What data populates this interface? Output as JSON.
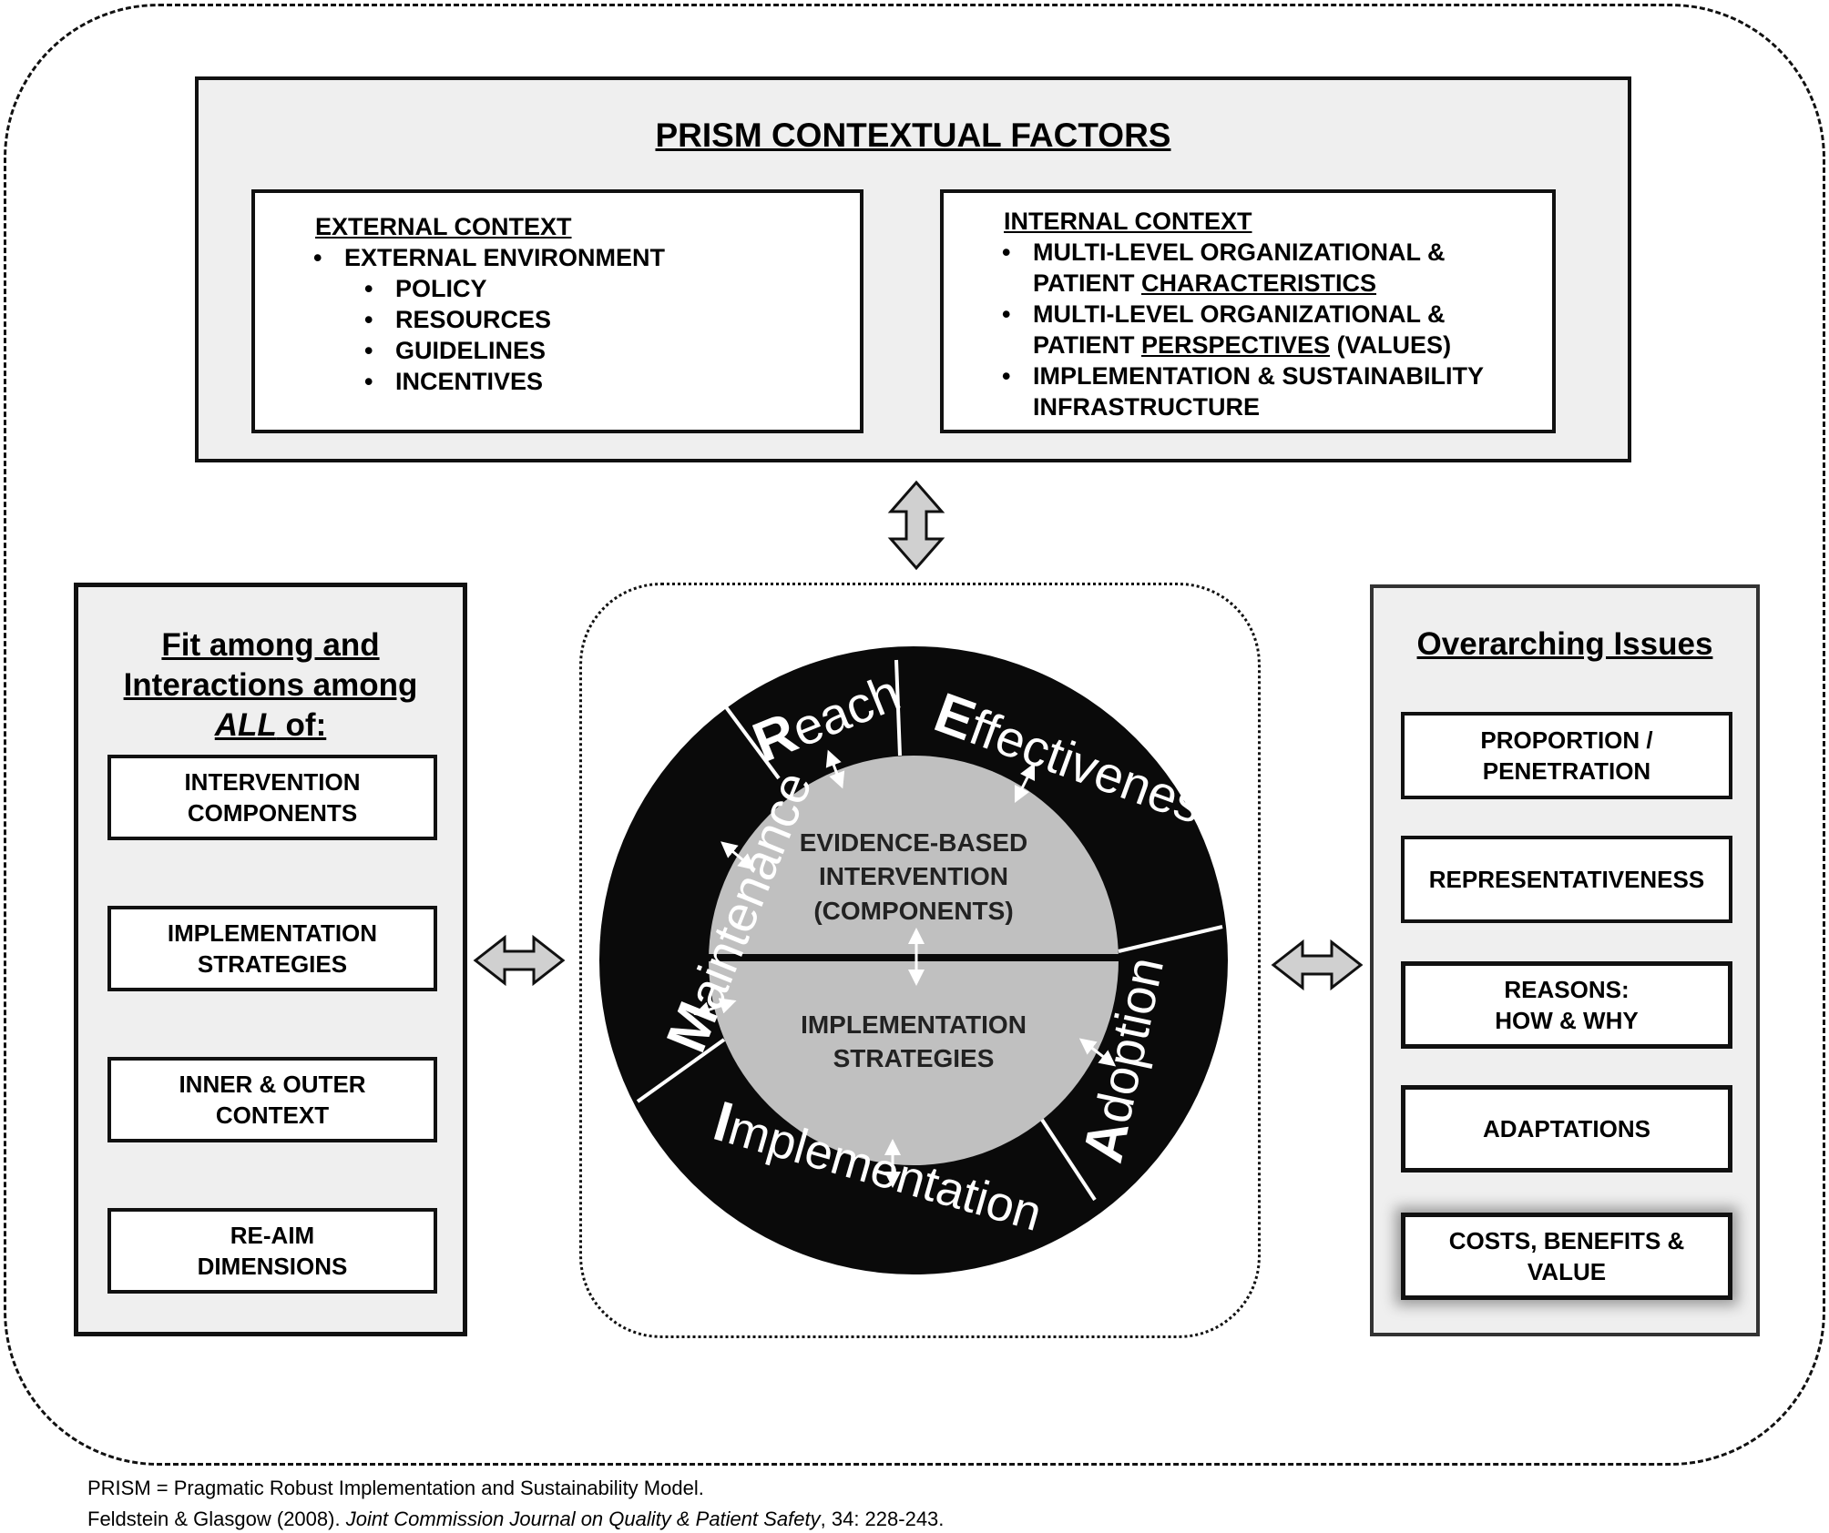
{
  "top": {
    "title": "PRISM CONTEXTUAL FACTORS",
    "external": {
      "heading": "EXTERNAL CONTEXT",
      "item": "EXTERNAL ENVIRONMENT",
      "subitems": [
        "POLICY",
        "RESOURCES",
        "GUIDELINES",
        "INCENTIVES"
      ]
    },
    "internal": {
      "heading": "INTERNAL CONTEXT",
      "items": [
        {
          "line1": "MULTI-LEVEL ORGANIZATIONAL &",
          "line2_plain": "PATIENT ",
          "line2_underlined": "CHARACTERISTICS",
          "line2_tail": ""
        },
        {
          "line1": "MULTI-LEVEL ORGANIZATIONAL &",
          "line2_plain": "PATIENT ",
          "line2_underlined": "PERSPECTIVES",
          "line2_tail": " (VALUES)"
        },
        {
          "line1": "IMPLEMENTATION & SUSTAINABILITY",
          "line2_plain": "INFRASTRUCTURE",
          "line2_underlined": "",
          "line2_tail": ""
        }
      ]
    }
  },
  "left": {
    "title_line1": "Fit among and",
    "title_line2": "Interactions among",
    "title_all": "ALL",
    "title_of": " of:",
    "boxes": [
      [
        "INTERVENTION",
        "COMPONENTS"
      ],
      [
        "IMPLEMENTATION",
        "STRATEGIES"
      ],
      [
        "INNER & OUTER",
        "CONTEXT"
      ],
      [
        "RE-AIM",
        "DIMENSIONS"
      ]
    ]
  },
  "right": {
    "title": "Overarching Issues",
    "boxes": [
      [
        "PROPORTION /",
        "PENETRATION"
      ],
      [
        "REPRESENTATIVENESS"
      ],
      [
        "REASONS:",
        "HOW & WHY"
      ],
      [
        "ADAPTATIONS"
      ],
      [
        "COSTS, BENEFITS &",
        "VALUE"
      ]
    ]
  },
  "center": {
    "upper_lines": [
      "EVIDENCE-BASED",
      "INTERVENTION",
      "(COMPONENTS)"
    ],
    "lower_lines": [
      "IMPLEMENTATION",
      "STRATEGIES"
    ],
    "ring": {
      "reach": {
        "initial": "R",
        "rest": "each"
      },
      "effectiveness": {
        "initial": "E",
        "rest": "ffectiveness"
      },
      "adoption": {
        "initial": "A",
        "rest": "doption"
      },
      "implementation": {
        "initial": "I",
        "rest": "mplementation"
      },
      "maintenance": {
        "initial": "M",
        "rest": "aintenance"
      }
    }
  },
  "footer": {
    "line1": "PRISM = Pragmatic Robust Implementation and Sustainability Model.",
    "line2_plain": "Feldstein & Glasgow (2008). ",
    "line2_italic": "Joint Commission Journal on Quality & Patient Safety",
    "line2_tail": ", 34: 228-243."
  },
  "colors": {
    "ring": "#0a0a0a",
    "inner_circle": "#c0c0c0",
    "panel_bg": "#efefef",
    "arrow_fill": "#d0d0d0"
  }
}
